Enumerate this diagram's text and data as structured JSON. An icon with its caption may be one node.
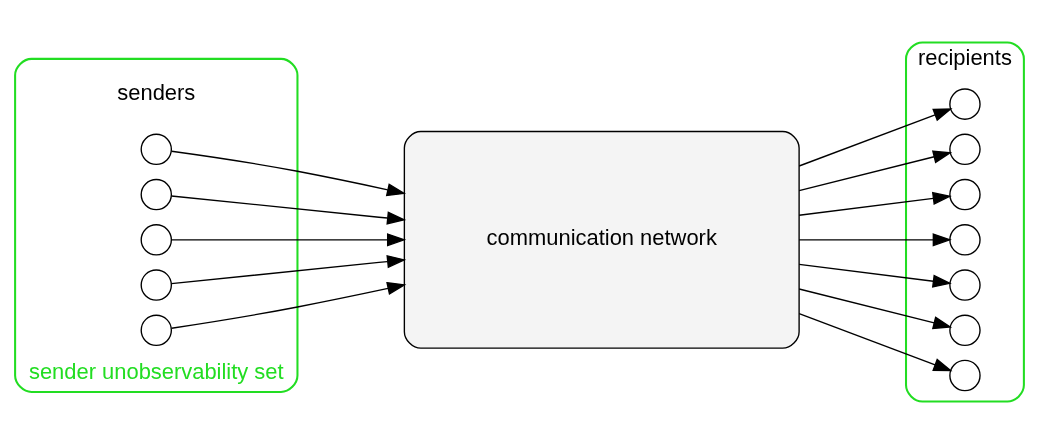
{
  "diagram": {
    "nodes": [
      {
        "text": [
          "sender unobservability set"
        ],
        "beside": [
          "senders"
        ]
      },
      {
        "text": [],
        "shape": "circle",
        "in": 0
      },
      {
        "text": [],
        "shape": "circle",
        "in": 0
      },
      {
        "text": [],
        "shape": "circle",
        "in": 0
      },
      {
        "text": [],
        "shape": "circle",
        "in": 0
      },
      {
        "text": [],
        "shape": "circle",
        "in": 0
      },
      {
        "text": [
          "communication network"
        ]
      },
      {
        "text": [
          "recipients"
        ]
      },
      {
        "text": [],
        "shape": "circle",
        "in": 7
      },
      {
        "text": [],
        "shape": "circle",
        "in": 7
      },
      {
        "text": [],
        "shape": "circle",
        "in": 7
      },
      {
        "text": [],
        "shape": "circle",
        "in": 7
      },
      {
        "text": [],
        "shape": "circle",
        "in": 7
      },
      {
        "text": [],
        "shape": "circle",
        "in": 7
      },
      {
        "text": [],
        "shape": "circle",
        "in": 7
      }
    ],
    "edges": [
      {
        "from": 1,
        "to": 6,
        "arrow": "to"
      },
      {
        "from": 2,
        "to": 6,
        "arrow": "to"
      },
      {
        "from": 3,
        "to": 6,
        "arrow": "to"
      },
      {
        "from": 4,
        "to": 6,
        "arrow": "to"
      },
      {
        "from": 5,
        "to": 6,
        "arrow": "to"
      },
      {
        "from": 6,
        "to": 8,
        "arrow": "to"
      },
      {
        "from": 6,
        "to": 9,
        "arrow": "to"
      },
      {
        "from": 6,
        "to": 10,
        "arrow": "to"
      },
      {
        "from": 6,
        "to": 11,
        "arrow": "to"
      },
      {
        "from": 6,
        "to": 12,
        "arrow": "to"
      },
      {
        "from": 6,
        "to": 13,
        "arrow": "to"
      },
      {
        "from": 6,
        "to": 14,
        "arrow": "to"
      }
    ]
  }
}
